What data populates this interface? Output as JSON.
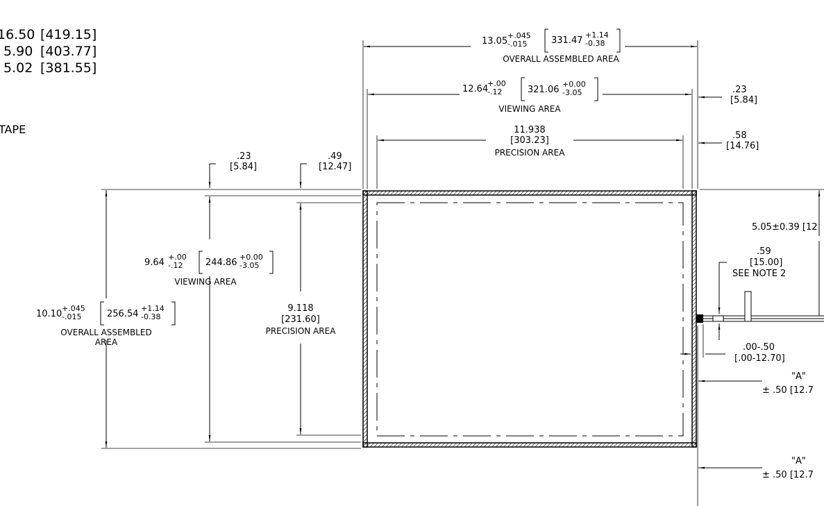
{
  "top_left_notes": {
    "line1_left": "16.50",
    "line1_right": "[419.15]",
    "line2_left": "5.90",
    "line2_right": "[403.77]",
    "line3_left": "5.02",
    "line3_right": "[381.55]",
    "tape": "TAPE"
  },
  "overall_width": {
    "main": "13.05",
    "tol_plus": "+.045",
    "tol_minus": "-.015",
    "metric_main": "331.47",
    "metric_plus": "+1.14",
    "metric_minus": "-0.38",
    "label": "OVERALL ASSEMBLED AREA"
  },
  "viewing_width": {
    "main": "12.64",
    "tol_plus": "+.00",
    "tol_minus": "-.12",
    "metric_main": "321.06",
    "metric_plus": "+0.00",
    "metric_minus": "-3.05",
    "label": "VIEWING AREA"
  },
  "precision_width": {
    "value": "11.938",
    "metric": "[303.23]",
    "label": "PRECISION AREA"
  },
  "right_offsets": {
    "a_value": ".23",
    "a_metric": "[5.84]",
    "b_value": ".58",
    "b_metric": "[14.76]"
  },
  "top_offsets": {
    "a_value": ".23",
    "a_metric": "[5.84]",
    "b_value": ".49",
    "b_metric": "[12.47]"
  },
  "viewing_height": {
    "main": "9.64",
    "tol_plus": "+.00",
    "tol_minus": "-.12",
    "metric_main": "244.86",
    "metric_plus": "+0.00",
    "metric_minus": "-3.05",
    "label": "VIEWING AREA"
  },
  "overall_height": {
    "main": "10.10",
    "tol_plus": "+.045",
    "tol_minus": "-.015",
    "metric_main": "256.54",
    "metric_plus": "+1.14",
    "metric_minus": "-0.38",
    "label_line1": "OVERALL ASSEMBLED",
    "label_line2": "AREA"
  },
  "precision_height": {
    "value": "9.118",
    "metric": "[231.60]",
    "label": "PRECISION AREA"
  },
  "tail": {
    "dim": "5.05±0.39 [12",
    "value": ".59",
    "metric": "[15.00]",
    "note": "SEE NOTE 2",
    "range": ".00-.50",
    "range_metric": "[.00-12.70]"
  },
  "callout_a1": {
    "label": "\"A\"",
    "value": "± .50 [12.7"
  },
  "callout_a2": {
    "label": "\"A\"",
    "value": "± .50 [12.7"
  }
}
